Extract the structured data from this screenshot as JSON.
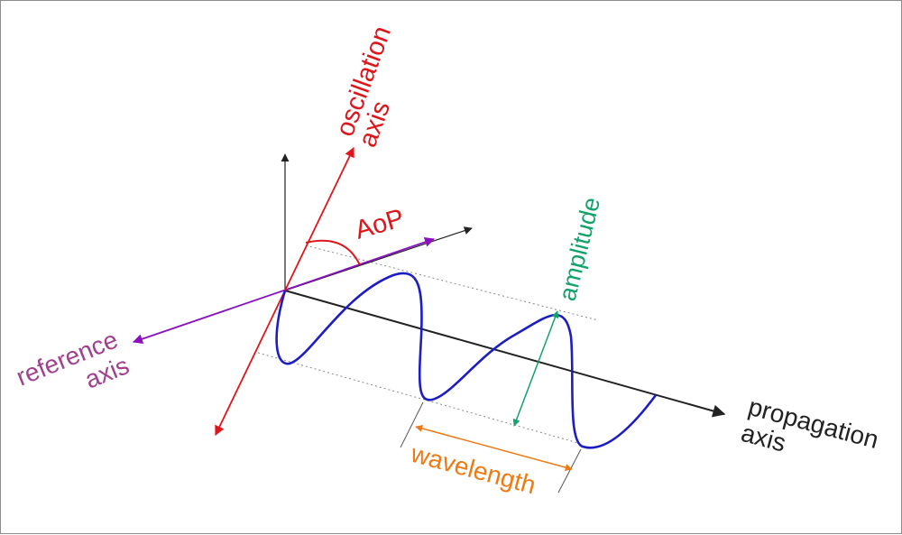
{
  "labels": {
    "oscillation": "oscillation",
    "oscillation_axis": "axis",
    "aop": "AoP",
    "amplitude": "amplitude",
    "reference": "reference",
    "reference_axis": "axis",
    "propagation": "propagation",
    "propagation_axis": "axis",
    "wavelength": "wavelength"
  },
  "colors": {
    "oscillation": "#e0151b",
    "reference": "#8a10c0",
    "reference_text": "#a0408f",
    "wave": "#1d1dc4",
    "amplitude": "#12a36a",
    "wavelength": "#f07a12",
    "axis": "#222222",
    "guide": "#8a8a8a"
  }
}
